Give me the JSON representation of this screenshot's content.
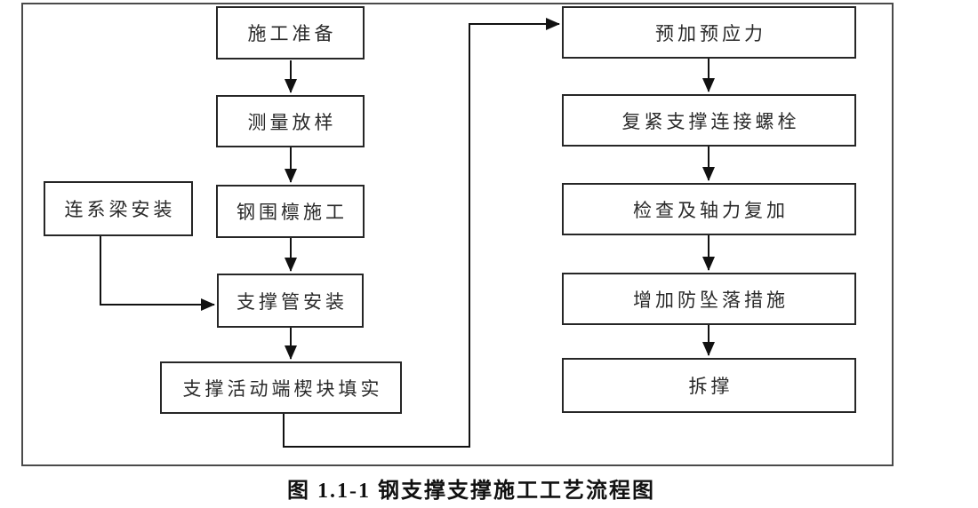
{
  "figure": {
    "caption": "图 1.1-1 钢支撑支撑施工工艺流程图"
  },
  "flowchart": {
    "left_column": [
      {
        "label": "施工准备"
      },
      {
        "label": "测量放样"
      },
      {
        "label": "钢围檩施工"
      },
      {
        "label": "支撑管安装"
      },
      {
        "label": "支撑活动端楔块填实"
      }
    ],
    "side_node": {
      "label": "连系梁安装"
    },
    "right_column": [
      {
        "label": "预加预应力"
      },
      {
        "label": "复紧支撑连接螺栓"
      },
      {
        "label": "检查及轴力复加"
      },
      {
        "label": "增加防坠落措施"
      },
      {
        "label": "拆撑"
      }
    ],
    "edges": [
      {
        "from": "施工准备",
        "to": "测量放样"
      },
      {
        "from": "测量放样",
        "to": "钢围檩施工"
      },
      {
        "from": "钢围檩施工",
        "to": "支撑管安装"
      },
      {
        "from": "连系梁安装",
        "to": "支撑管安装"
      },
      {
        "from": "支撑管安装",
        "to": "支撑活动端楔块填实"
      },
      {
        "from": "支撑活动端楔块填实",
        "to": "预加预应力"
      },
      {
        "from": "预加预应力",
        "to": "复紧支撑连接螺栓"
      },
      {
        "from": "复紧支撑连接螺栓",
        "to": "检查及轴力复加"
      },
      {
        "from": "检查及轴力复加",
        "to": "增加防坠落措施"
      },
      {
        "from": "增加防坠落措施",
        "to": "拆撑"
      }
    ],
    "colors": {
      "line": "#111111",
      "box_border": "#262626",
      "frame_border": "#4a4a4a",
      "text": "#2a2a2a",
      "background": "#ffffff"
    }
  }
}
